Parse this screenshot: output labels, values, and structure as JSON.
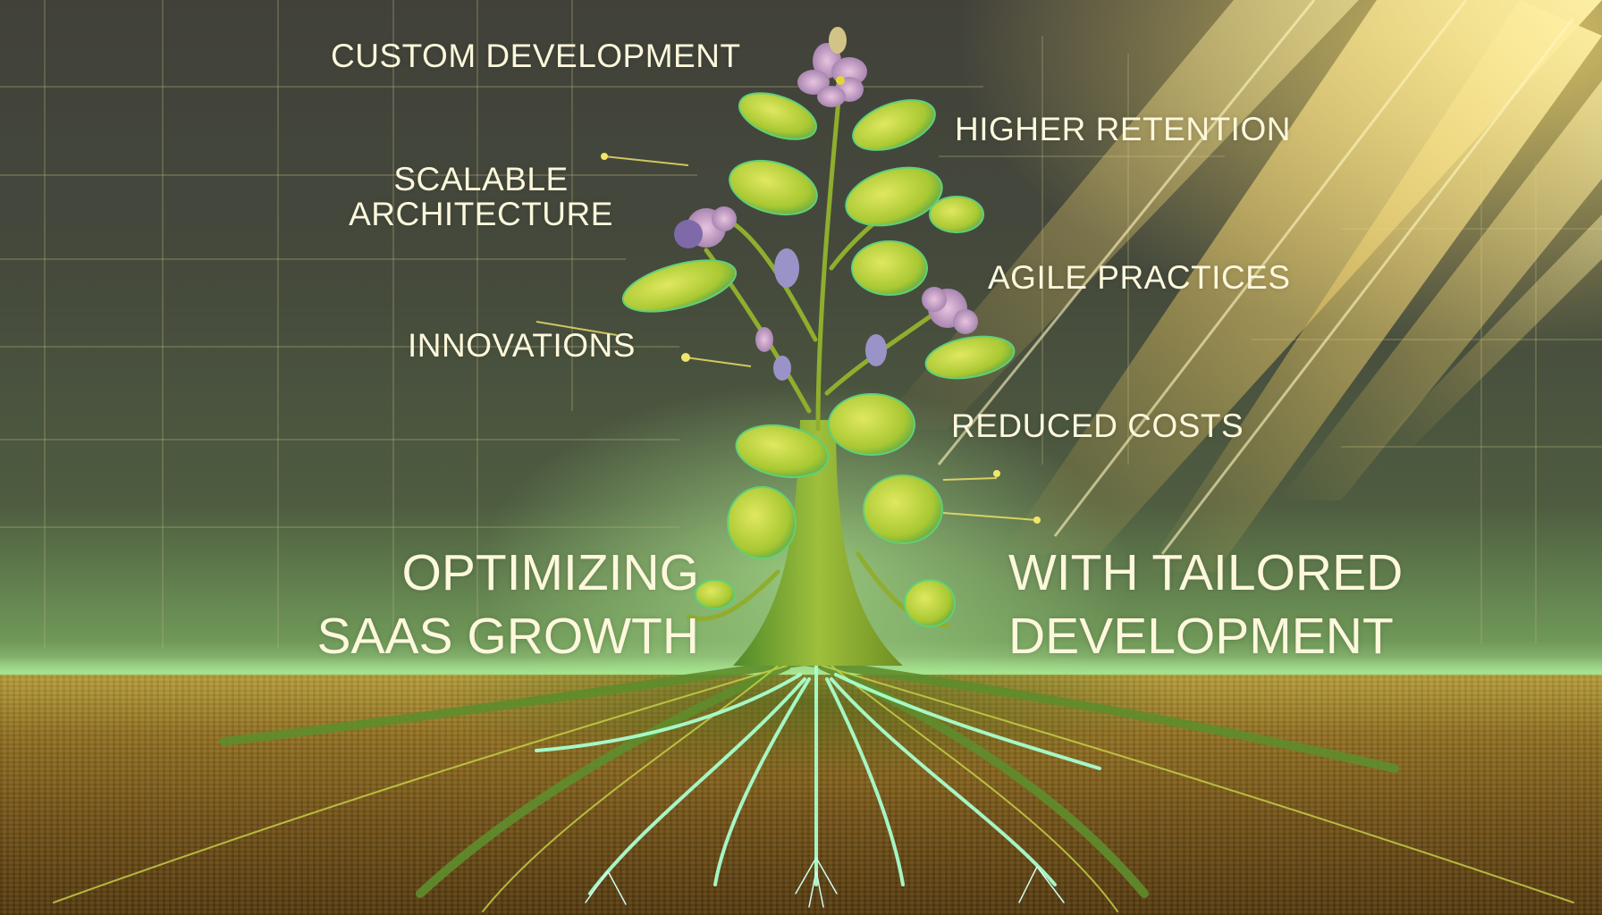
{
  "poster": {
    "title_left": [
      "OPTIMIZING",
      "SAAS GROWTH"
    ],
    "title_right": [
      "WITH TAILORED",
      "DEVELOPMENT"
    ],
    "benefits_left": [
      {
        "label": "CUSTOM DEVELOPMENT"
      },
      {
        "label_lines": [
          "SCALABLE",
          "ARCHITECTURE"
        ]
      },
      {
        "label": "INNOVATIONS"
      }
    ],
    "benefits_right": [
      {
        "label": "HIGHER RETENTION"
      },
      {
        "label": "AGILE PRACTICES"
      },
      {
        "label": "REDUCED COSTS"
      }
    ]
  },
  "colors": {
    "text": "#fdf8dc",
    "background_dark": "#41413a",
    "sky_glow": "#a5d88f",
    "light_rays": "#f0d76e",
    "leaf": "#b7d33a",
    "stem": "#7f9e2a",
    "flower": "#c99ac0",
    "root_glow": "#9ff5c0",
    "soil": "#8e6e25"
  },
  "scene": {
    "subject": "plant-with-glowing-roots",
    "icons": [
      "plant-icon",
      "flower-icon",
      "roots-icon",
      "light-rays-icon",
      "grid-icon"
    ]
  }
}
